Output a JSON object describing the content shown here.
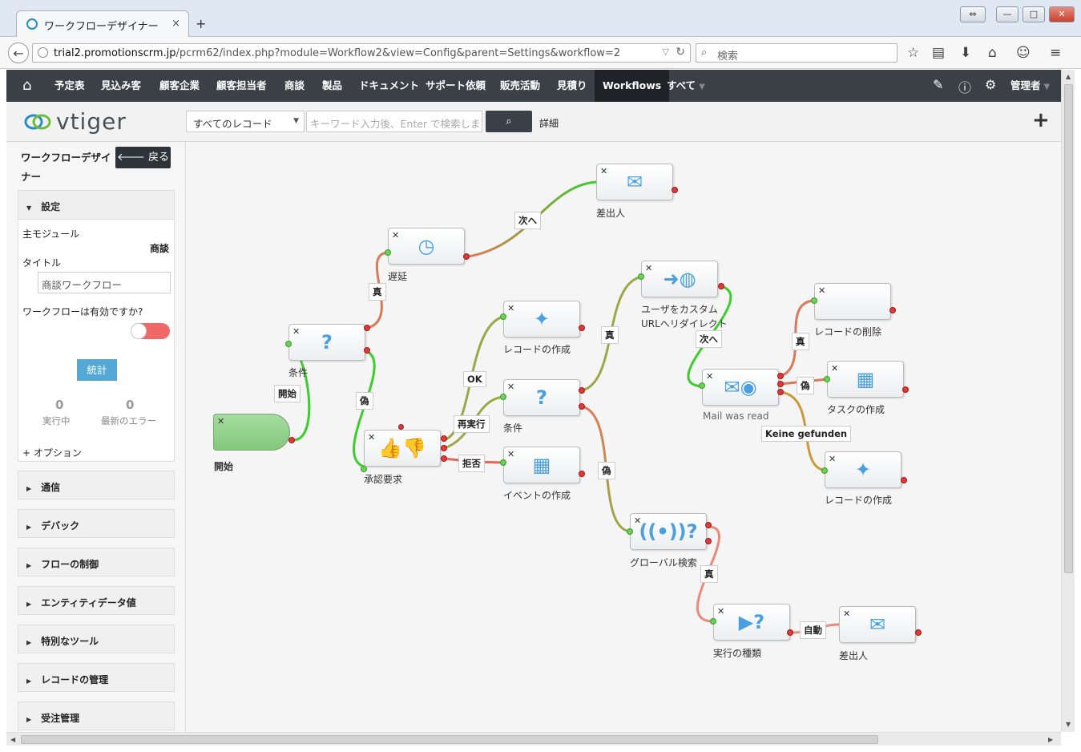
{
  "browser": {
    "tab_title": "ワークフローデザイナー",
    "tab_close": "×",
    "new_tab": "+",
    "url_host": "trial2.promotionscrm.jp",
    "url_path": "/pcrm62/index.php?module=Workflow2&view=Config&parent=Settings&workflow=2",
    "search_placeholder": "検索"
  },
  "menu": {
    "items": [
      "予定表",
      "見込み客",
      "顧客企業",
      "顧客担当者",
      "商談",
      "製品",
      "ドキュメント",
      "サポート依頼",
      "販売活動",
      "見積り",
      "Workflows",
      "すべて"
    ],
    "active": "Workflows",
    "user": "管理者"
  },
  "search": {
    "record_select": "すべてのレコード",
    "keyword_placeholder": "キーワード入力後、Enter で検索します",
    "detail": "詳細"
  },
  "logo": {
    "text": "vtiger"
  },
  "sidebar": {
    "title": "ワークフローデザイナー",
    "back_button": "戻る",
    "settings_header": "設定",
    "main_module_label": "主モジュール",
    "main_module_value": "商談",
    "title_label": "タイトル",
    "title_value": "商談ワークフロー",
    "active_label": "ワークフローは有効ですか?",
    "active_value": false,
    "stats_button": "統計",
    "running_count": "0",
    "running_label": "実行中",
    "errors_count": "0",
    "errors_label": "最新のエラー",
    "options_link": "+ オプション",
    "sections": [
      "通信",
      "デバック",
      "フローの制御",
      "エンティティデータ値",
      "特別なツール",
      "レコードの管理",
      "受注管理"
    ]
  },
  "workflow": {
    "nodes": {
      "start": "開始",
      "cond1": "条件",
      "delay": "遅延",
      "mail1": "差出人",
      "approval": "承認要求",
      "create1": "レコードの作成",
      "cond2": "条件",
      "event": "イベントの作成",
      "redirect": "ユーザをカスタム URLへリダイレクト",
      "mailread": "Mail was read",
      "delete": "レコードの削除",
      "task": "タスクの作成",
      "create2": "レコードの作成",
      "globalsearch": "グローバル検索",
      "exectype": "実行の種類",
      "mail2": "差出人"
    },
    "connections": {
      "start_cond": "開始",
      "cond_true": "真",
      "delay_next": "次へ",
      "cond_false": "偽",
      "ok": "OK",
      "rerun": "再実行",
      "reject": "拒否",
      "cond2_true": "真",
      "cond2_false": "偽",
      "redirect_next": "次へ",
      "read_true": "真",
      "read_false": "偽",
      "not_found": "Keine gefunden",
      "search_true": "真",
      "auto": "自動"
    }
  }
}
